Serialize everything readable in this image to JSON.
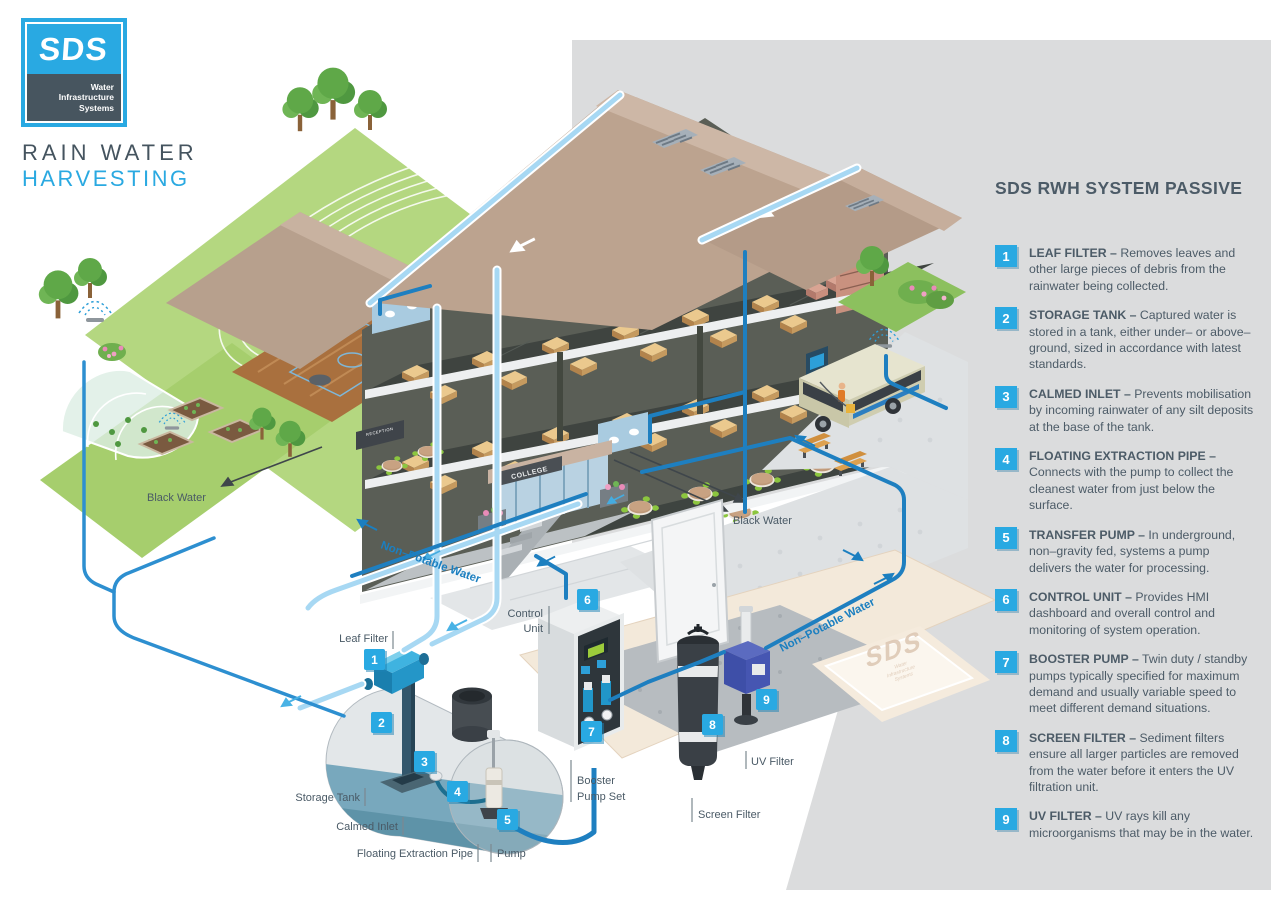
{
  "logo": {
    "acronym": "SDS",
    "tagline": [
      "Water",
      "Infrastructure",
      "Systems"
    ]
  },
  "title": {
    "line1": "RAIN WATER",
    "line2": "HARVESTING"
  },
  "panel": {
    "heading": "SDS RWH SYSTEM PASSIVE",
    "items": [
      {
        "num": "1",
        "term": "LEAF FILTER –",
        "desc": "Removes leaves and other large pieces of debris from the rainwater being collected."
      },
      {
        "num": "2",
        "term": "STORAGE TANK –",
        "desc": "Captured water is stored in a tank, either under– or above– ground, sized in accordance with latest standards."
      },
      {
        "num": "3",
        "term": "CALMED INLET –",
        "desc": "Prevents mobilisation by incoming rainwater of any silt deposits at the base of the tank."
      },
      {
        "num": "4",
        "term": "FLOATING EXTRACTION PIPE –",
        "desc": "Connects with the pump to collect the cleanest water from just below the surface."
      },
      {
        "num": "5",
        "term": "TRANSFER PUMP –",
        "desc": "In underground, non–gravity fed, systems a pump delivers the water for processing."
      },
      {
        "num": "6",
        "term": "CONTROL UNIT –",
        "desc": "Provides HMI dashboard and overall control and monitoring of system operation."
      },
      {
        "num": "7",
        "term": "BOOSTER PUMP –",
        "desc": "Twin duty / standby pumps typically specified for maximum demand and usually variable speed to meet different demand situations."
      },
      {
        "num": "8",
        "term": "SCREEN FILTER –",
        "desc": "Sediment filters ensure all larger particles are removed from the water before it enters the UV filtration unit."
      },
      {
        "num": "9",
        "term": "UV FILTER –",
        "desc": "UV rays kill any microorganisms that may be in the water."
      }
    ]
  },
  "diagram": {
    "labels": {
      "leaf_filter": "Leaf Filter",
      "storage_tank": "Storage Tank",
      "calmed_inlet": "Calmed Inlet",
      "floating_extraction_pipe": "Floating Extraction Pipe",
      "pump": "Pump",
      "control_unit_1": "Control",
      "control_unit_2": "Unit",
      "booster_1": "Booster",
      "booster_2": "Pump Set",
      "screen_filter": "Screen Filter",
      "uv_filter": "UV Filter",
      "black_water_a": "Black Water",
      "black_water_b": "Black Water",
      "non_potable_a": "Non–Potable Water",
      "non_potable_b": "Non–Potable Water",
      "college_sign": "COLLEGE",
      "reception_sign": "RECEPTION",
      "watermark_acronym": "SDS"
    },
    "colors": {
      "accent_blue": "#29A9E2",
      "pipe_dark": "#1E7FC0",
      "pipe_light": "#A7D8F3",
      "text_slate": "#4C5B67",
      "panel_gray": "#DBDCDD",
      "roof_brown": "#BCA38F",
      "grass_green": "#B4D780"
    }
  }
}
